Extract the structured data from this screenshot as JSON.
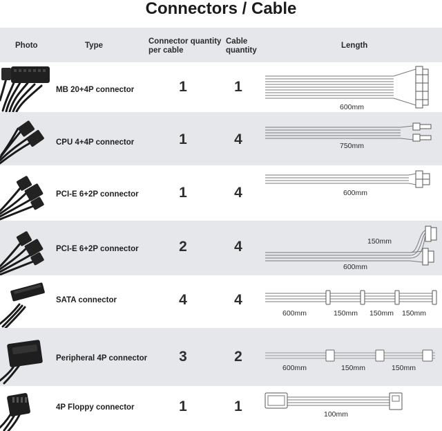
{
  "title": "Connectors / Cable",
  "header": {
    "photo": "Photo",
    "type": "Type",
    "qty_line1": "Connector quantity",
    "qty_line2": "per cable",
    "cable_line1": "Cable",
    "cable_line2": "quantity",
    "length": "Length"
  },
  "rows": [
    {
      "type": "MB 20+4P connector",
      "connector_qty": "1",
      "cable_qty": "1",
      "lengths": [
        "600mm"
      ]
    },
    {
      "type": "CPU 4+4P connector",
      "connector_qty": "1",
      "cable_qty": "4",
      "lengths": [
        "750mm"
      ]
    },
    {
      "type": "PCI-E 6+2P connector",
      "connector_qty": "1",
      "cable_qty": "4",
      "lengths": [
        "600mm"
      ]
    },
    {
      "type": "PCI-E 6+2P connector",
      "connector_qty": "2",
      "cable_qty": "4",
      "lengths": [
        "150mm",
        "600mm"
      ]
    },
    {
      "type": "SATA connector",
      "connector_qty": "4",
      "cable_qty": "4",
      "lengths": [
        "600mm",
        "150mm",
        "150mm",
        "150mm"
      ]
    },
    {
      "type": "Peripheral 4P connector",
      "connector_qty": "3",
      "cable_qty": "2",
      "lengths": [
        "600mm",
        "150mm",
        "150mm"
      ]
    },
    {
      "type": "4P Floppy connector",
      "connector_qty": "1",
      "cable_qty": "1",
      "lengths": [
        "100mm"
      ]
    }
  ]
}
